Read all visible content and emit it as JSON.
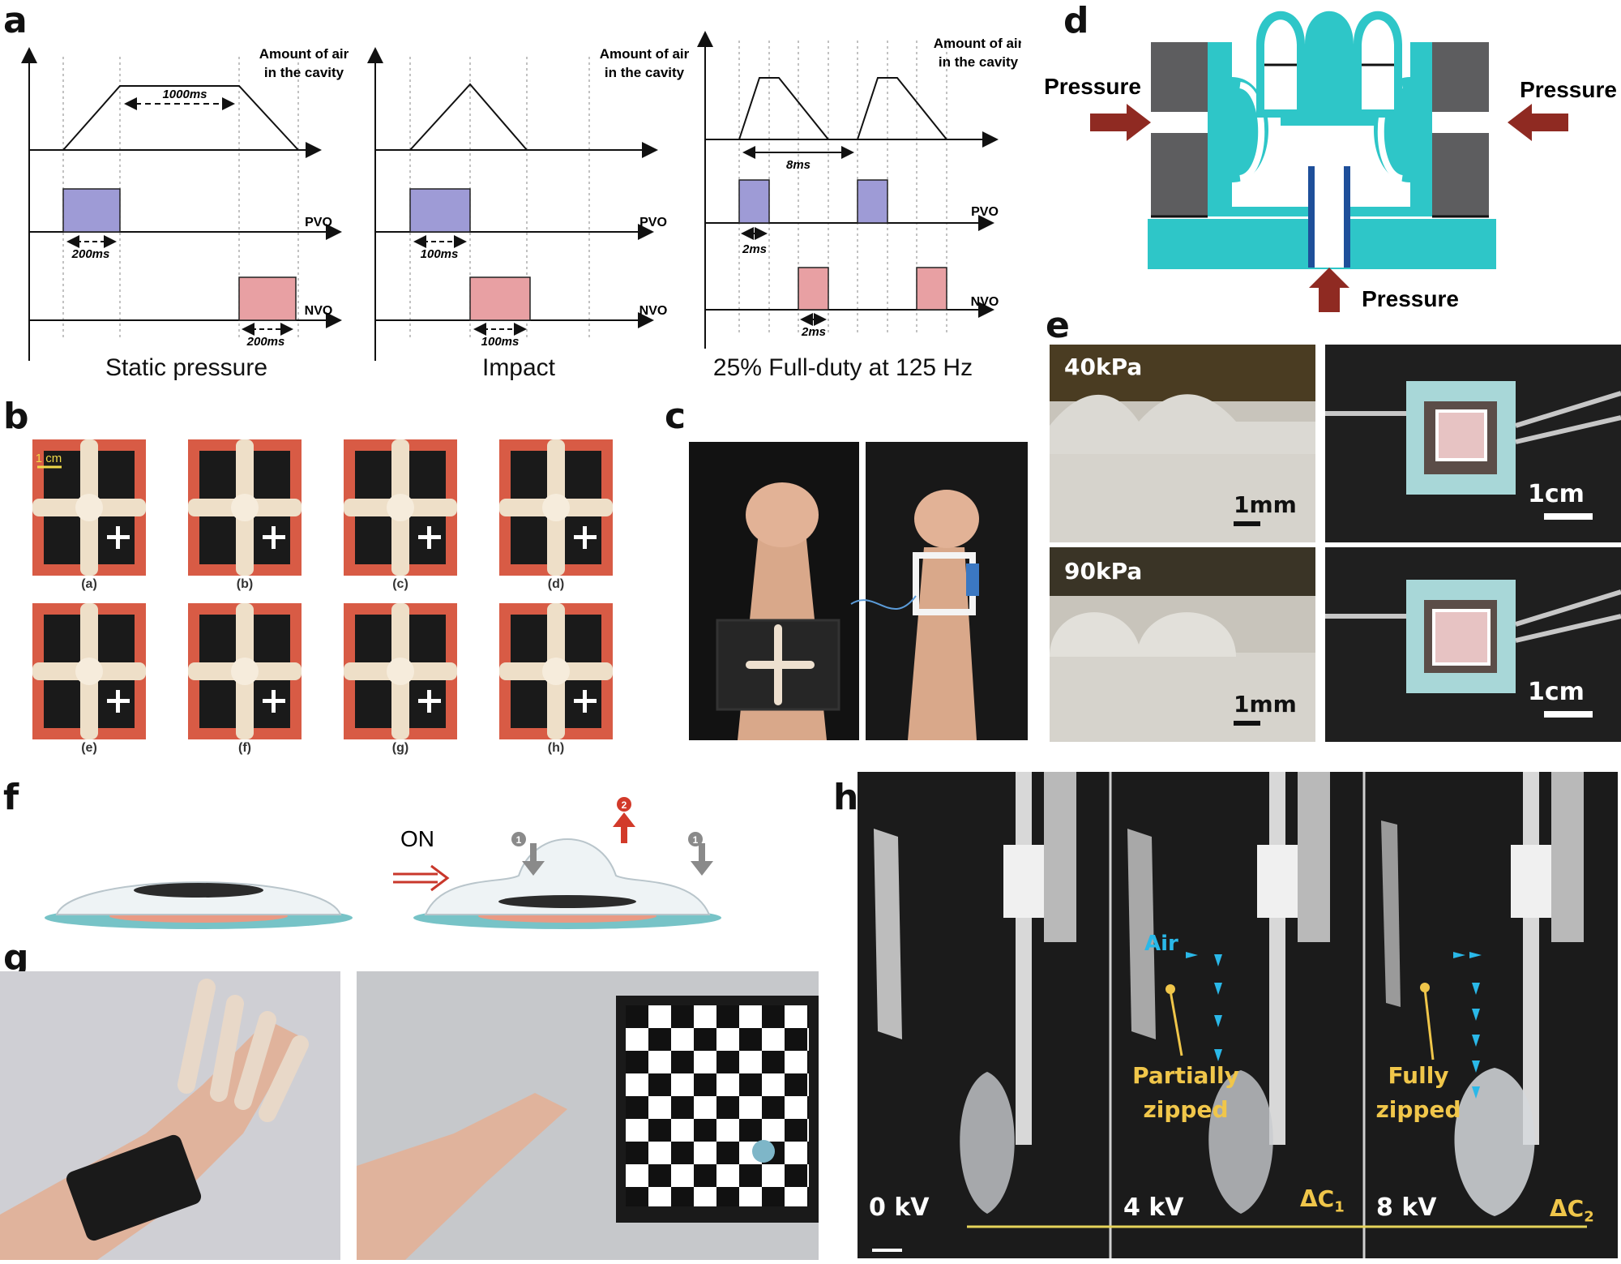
{
  "panels": {
    "a": {
      "letter": "a",
      "charts": [
        {
          "caption": "Static pressure",
          "air_label_1": "Amount of air",
          "air_label_2": "in the cavity",
          "duration_top": "1000ms",
          "pvo_label": "PVO",
          "pvo_duration": "200ms",
          "nvo_label": "NVO",
          "nvo_duration": "200ms"
        },
        {
          "caption": "Impact",
          "air_label_1": "Amount of air",
          "air_label_2": "in the cavity",
          "pvo_label": "PVO",
          "pvo_duration": "100ms",
          "nvo_label": "NVO",
          "nvo_duration": "100ms"
        },
        {
          "caption": "25% Full-duty at 125 Hz",
          "air_label_1": "Amount of air",
          "air_label_2": "in the cavity",
          "period": "8ms",
          "pvo_label": "PVO",
          "pvo_duration": "2ms",
          "nvo_label": "NVO",
          "nvo_duration": "2ms"
        }
      ]
    },
    "b": {
      "letter": "b",
      "scale": "1 cm",
      "labels": [
        "(a)",
        "(b)",
        "(c)",
        "(d)",
        "(e)",
        "(f)",
        "(g)",
        "(h)"
      ]
    },
    "c": {
      "letter": "c"
    },
    "d": {
      "letter": "d",
      "pressure_left": "Pressure",
      "pressure_right": "Pressure",
      "pressure_bottom": "Pressure"
    },
    "e": {
      "letter": "e",
      "top_pressure": "40kPa",
      "bottom_pressure": "90kPa",
      "scale_mm": "1mm",
      "scale_cm": "1cm"
    },
    "f": {
      "letter": "f",
      "on_label": "ON",
      "marker_1": "1",
      "marker_2": "2"
    },
    "g": {
      "letter": "g"
    },
    "h": {
      "letter": "h",
      "air_label": "Air",
      "partially_1": "Partially",
      "partially_2": "zipped",
      "fully_1": "Fully",
      "fully_2": "zipped",
      "voltages": [
        "0 kV",
        "4 kV",
        "8 kV"
      ],
      "delta_c1": "ΔC",
      "delta_c1_sub": "1",
      "delta_c2": "ΔC",
      "delta_c2_sub": "2"
    }
  },
  "colors": {
    "pvo": "#9e9bd6",
    "nvo": "#e8a0a3",
    "actuator_teal": "#2ec6c8",
    "actuator_gray": "#5d5d5f",
    "arrow_red": "#8f2a22",
    "air_arrow": "#2ab8e8",
    "label_yellow": "#f0c64a",
    "frame_red": "#d85b45"
  }
}
